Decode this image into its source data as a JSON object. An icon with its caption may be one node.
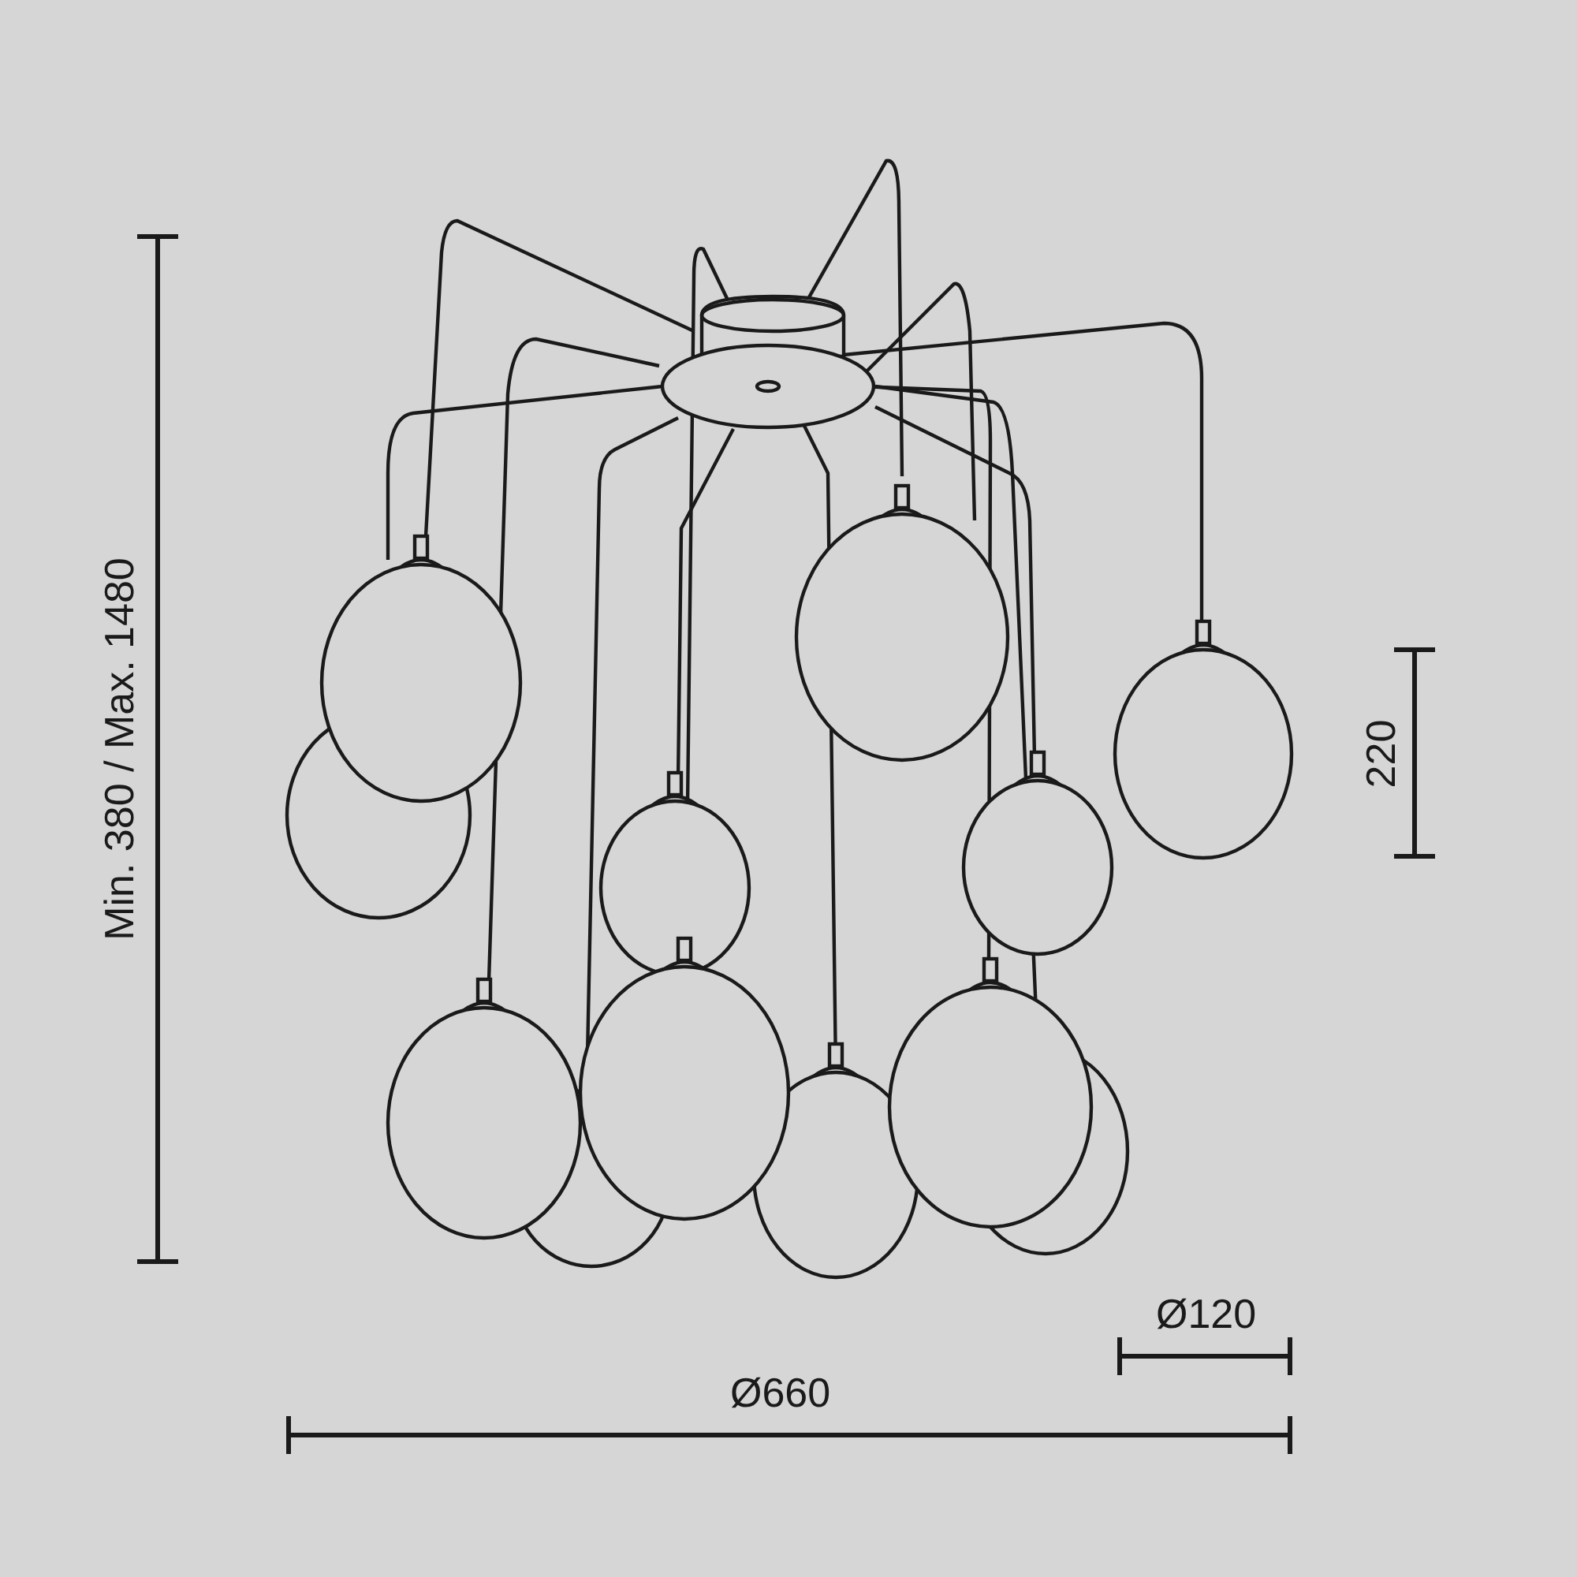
{
  "diagram": {
    "labels": [
      "Min. 380 / Max. 1480",
      "220",
      "Ø120",
      "Ø660"
    ]
  }
}
